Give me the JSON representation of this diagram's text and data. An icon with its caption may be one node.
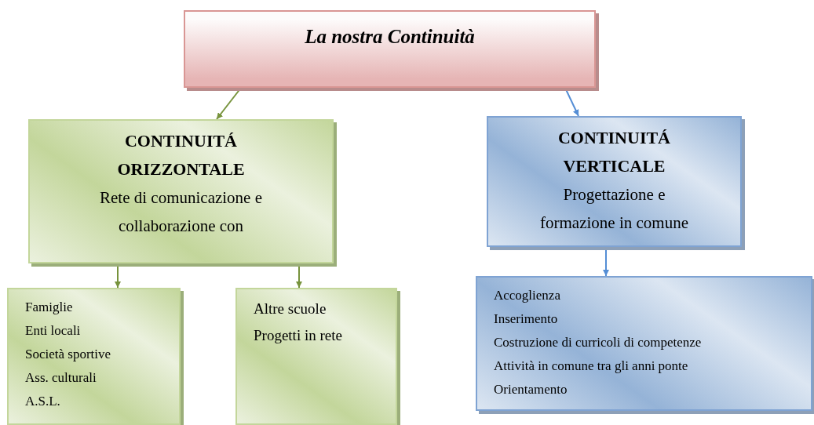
{
  "diagram": {
    "nodes": [
      {
        "text": [
          "La nostra Continuità"
        ]
      },
      {
        "text": [
          "CONTINUITÁ ORIZZONTALE",
          "Rete di comunicazione e collaborazione con"
        ]
      },
      {
        "text": [
          "CONTINUITÁ VERTICALE",
          "Progettazione e formazione in comune"
        ]
      },
      {
        "text": [
          "Famiglie",
          "Enti locali",
          "Società sportive",
          "Ass. culturali",
          "A.S.L."
        ]
      },
      {
        "text": [
          "Altre scuole",
          "Progetti in rete"
        ]
      },
      {
        "text": [
          "Accoglienza",
          "Inserimento",
          "Costruzione di curricoli di competenze",
          "Attività in comune tra gli anni ponte",
          "Orientamento"
        ]
      }
    ],
    "edges": [
      {
        "from": 0,
        "to": 1,
        "arrow": "to"
      },
      {
        "from": 0,
        "to": 2,
        "arrow": "to",
        "color": "#558ed5"
      },
      {
        "from": 1,
        "to": 3,
        "arrow": "to"
      },
      {
        "from": 1,
        "to": 4,
        "arrow": "to"
      },
      {
        "from": 2,
        "to": 5,
        "arrow": "to",
        "color": "#558ed5"
      }
    ]
  }
}
